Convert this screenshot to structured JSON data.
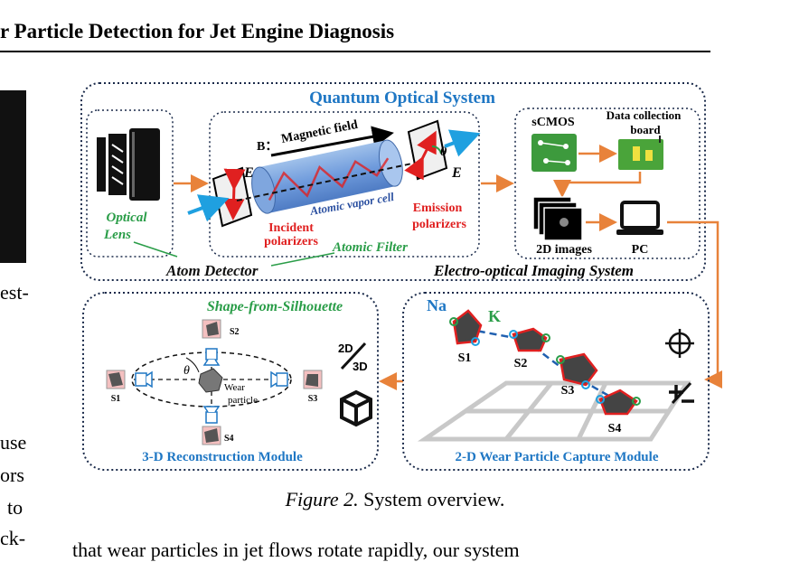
{
  "header": {
    "title": "r Particle Detection for Jet Engine Diagnosis"
  },
  "left_column": {
    "fragments": [
      "est-",
      "use",
      "ors",
      "to",
      "ck-"
    ]
  },
  "diagram": {
    "quantum_title": "Quantum Optical System",
    "optical_lens": [
      "Optical",
      "Lens"
    ],
    "atom_detector": "Atom Detector",
    "atomic_filter": "Atomic  Filter",
    "b_label": "B：",
    "magnetic_field": "Magnetic field",
    "e_left": "E",
    "e_right": "E",
    "theta": "θ",
    "vapor_cell": "Atomic vapor cell",
    "incident_polarizers": [
      "Incident",
      "polarizers"
    ],
    "emission_polarizers": [
      "Emission",
      "polarizers"
    ],
    "scmos": "sCMOS",
    "data_board": [
      "Data collection",
      "board"
    ],
    "images_2d": "2D images",
    "pc": "PC",
    "electro_optical": "Electro-optical Imaging System",
    "sfs_title": "Shape-from-Silhouette",
    "s_labels": [
      "S1",
      "S2",
      "S3",
      "S4"
    ],
    "wear_particle": [
      "Wear",
      "particle"
    ],
    "recon_module": "3-D Reconstruction Module",
    "icon_2d": "2D",
    "icon_3d": "3D",
    "na": "Na",
    "k": "K",
    "capture_module": "2-D Wear Particle Capture Module",
    "accent_blue": "#1f77c4",
    "accent_green": "#2a9d48",
    "accent_red": "#e02020",
    "accent_orange": "#e8823a",
    "box_border": "#1a2a4a"
  },
  "caption": {
    "label": "Figure 2.",
    "text": " System overview."
  },
  "body_text": "that wear particles in jet flows rotate rapidly, our system"
}
